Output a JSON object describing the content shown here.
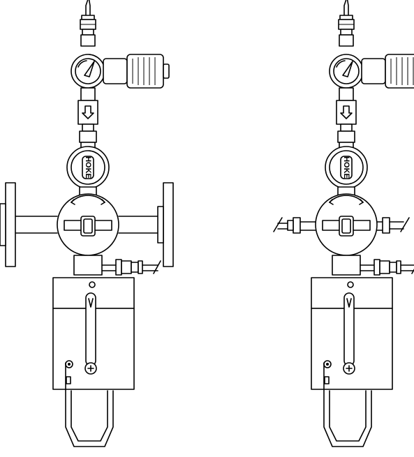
{
  "figure": {
    "units": [
      {
        "connection": "flange"
      },
      {
        "connection": "tube-fitting"
      }
    ],
    "valve_logo": "HOKE",
    "colors": {
      "line": "#000000",
      "background": "#ffffff"
    }
  }
}
